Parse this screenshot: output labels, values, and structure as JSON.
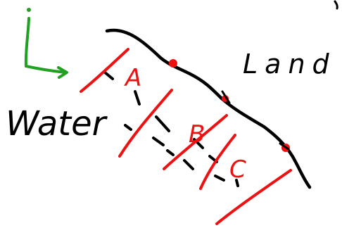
{
  "labels": {
    "land": "Land",
    "water": "Water",
    "region_a": "A",
    "region_b": "B",
    "region_c": "C"
  },
  "colors": {
    "ink": "#000000",
    "red": "#ee1111",
    "green": "#22a022",
    "background": "#ffffff"
  },
  "icons": {
    "direction_arrow": "green-axis-arrow-icon"
  }
}
